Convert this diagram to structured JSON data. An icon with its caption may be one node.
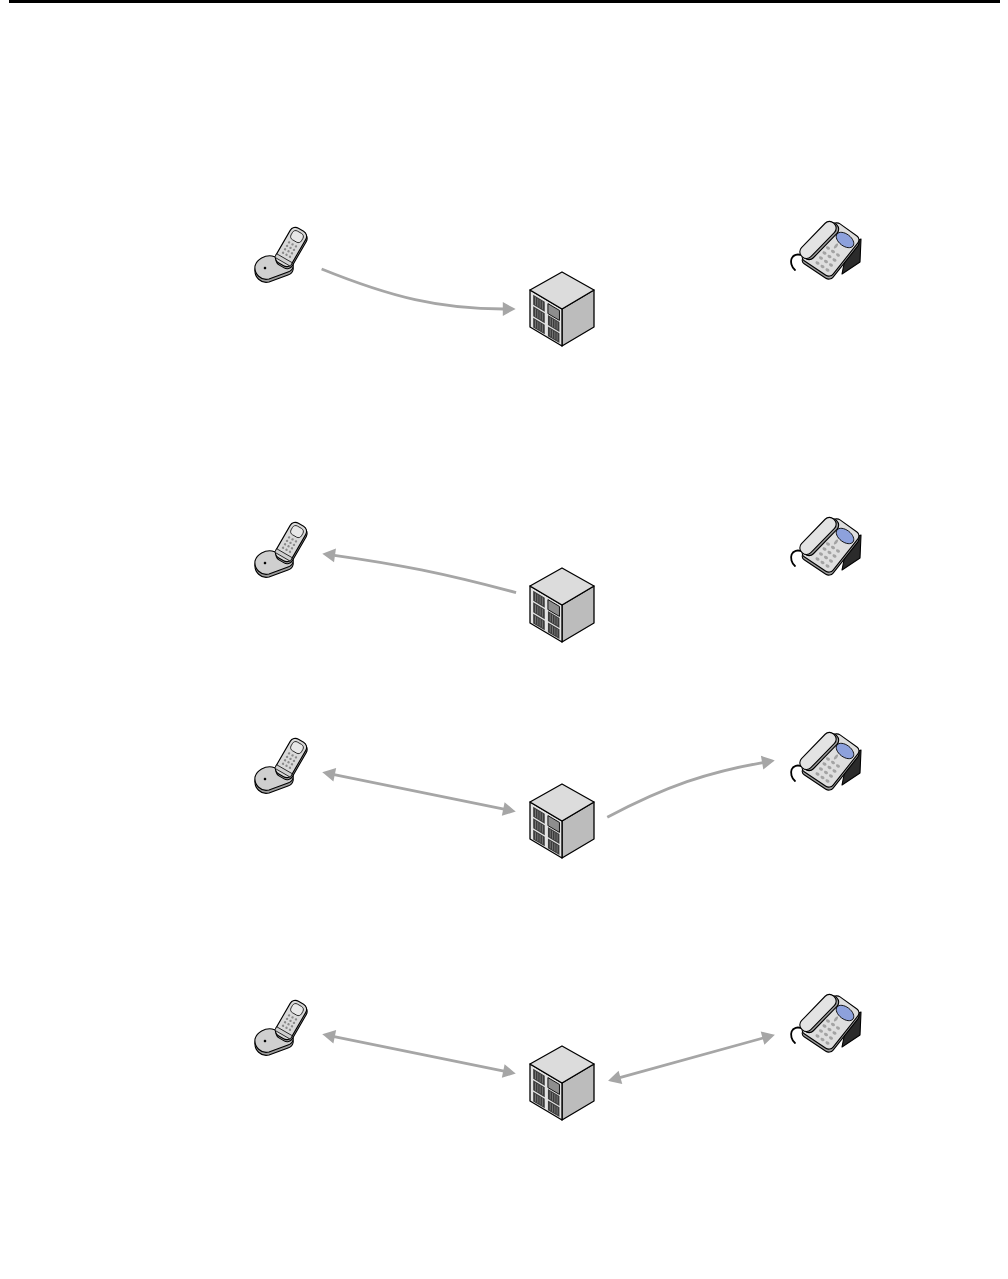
{
  "diagram": {
    "nodes": [
      {
        "text": [],
        "shape": "picture"
      },
      {
        "text": [],
        "shape": "picture"
      },
      {
        "text": [],
        "shape": "picture"
      },
      {
        "text": [],
        "shape": "picture"
      },
      {
        "text": [],
        "shape": "picture"
      },
      {
        "text": [],
        "shape": "picture"
      },
      {
        "text": [],
        "shape": "picture"
      },
      {
        "text": [],
        "shape": "picture"
      },
      {
        "text": [],
        "shape": "picture"
      },
      {
        "text": [],
        "shape": "picture"
      },
      {
        "text": [],
        "shape": "picture"
      },
      {
        "text": [],
        "shape": "picture"
      }
    ],
    "edges": [
      {
        "from": 0,
        "to": 1,
        "arrow": "to"
      },
      {
        "from": 4,
        "to": 3,
        "arrow": "to"
      },
      {
        "from": 6,
        "to": 7,
        "arrow": "both"
      },
      {
        "from": 7,
        "to": 8,
        "arrow": "to"
      },
      {
        "from": 9,
        "to": 10,
        "arrow": "both"
      },
      {
        "from": 10,
        "to": 11,
        "arrow": "both"
      }
    ]
  }
}
